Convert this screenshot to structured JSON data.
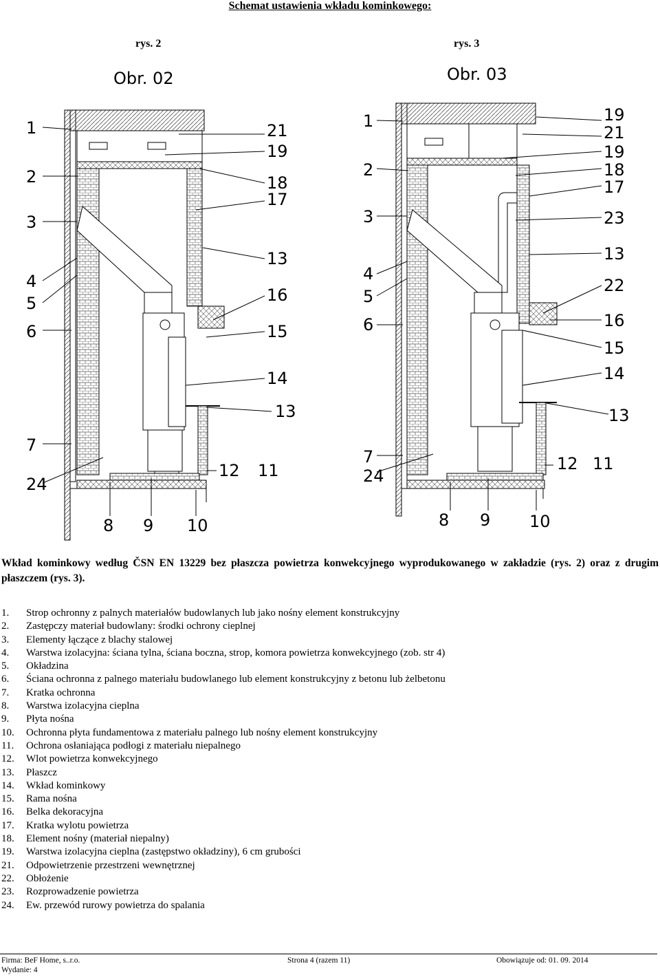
{
  "header": {
    "title": "Schemat ustawienia wkładu kominkowego:"
  },
  "figures": {
    "left": {
      "caption": "rys. 2",
      "label": "Obr. 02",
      "left_numbers": [
        "1",
        "2",
        "3",
        "4",
        "5",
        "6",
        "7",
        "24"
      ],
      "right_numbers": [
        "21",
        "19",
        "18",
        "17",
        "13",
        "16",
        "15",
        "14",
        "13"
      ],
      "bottom_numbers": [
        "12",
        "11",
        "8",
        "9",
        "10"
      ]
    },
    "right": {
      "caption": "rys. 3",
      "label": "Obr. 03",
      "left_numbers": [
        "1",
        "2",
        "3",
        "4",
        "5",
        "6",
        "7",
        "24"
      ],
      "right_numbers": [
        "19",
        "21",
        "19",
        "18",
        "17",
        "23",
        "13",
        "22",
        "16",
        "15",
        "14",
        "13"
      ],
      "bottom_numbers": [
        "12",
        "11",
        "8",
        "9",
        "10"
      ]
    }
  },
  "description": "Wkład kominkowy według ČSN EN 13229 bez płaszcza powietrza konwekcyjnego wyprodukowanego w zakładzie (rys. 2) oraz z drugim płaszczem (rys. 3).",
  "legend": [
    {
      "num": "1.",
      "text": "Strop ochronny z palnych materiałów budowlanych lub jako nośny element konstrukcyjny"
    },
    {
      "num": "2.",
      "text": "Zastępczy materiał budowlany: środki ochrony cieplnej"
    },
    {
      "num": "3.",
      "text": "Elementy łączące z blachy stalowej"
    },
    {
      "num": "4.",
      "text": "Warstwa izolacyjna: ściana tylna, ściana boczna, strop, komora powietrza konwekcyjnego (zob. str 4)"
    },
    {
      "num": "5.",
      "text": "Okładzina"
    },
    {
      "num": "6.",
      "text": "Ściana ochronna z palnego materiału budowlanego lub element konstrukcyjny z betonu lub żelbetonu"
    },
    {
      "num": "7.",
      "text": "Kratka ochronna"
    },
    {
      "num": "8.",
      "text": "Warstwa izolacyjna cieplna"
    },
    {
      "num": "9.",
      "text": "Płyta nośna"
    },
    {
      "num": "10.",
      "text": "Ochronna płyta fundamentowa z materiału palnego lub nośny element konstrukcyjny"
    },
    {
      "num": "11.",
      "text": "Ochrona osłaniająca podłogi z materiału niepalnego"
    },
    {
      "num": "12.",
      "text": "Wlot powietrza konwekcyjnego"
    },
    {
      "num": "13.",
      "text": "Płaszcz"
    },
    {
      "num": "14.",
      "text": "Wkład kominkowy"
    },
    {
      "num": "15.",
      "text": "Rama nośna"
    },
    {
      "num": "16.",
      "text": "Belka dekoracyjna"
    },
    {
      "num": "17.",
      "text": "Kratka wylotu powietrza"
    },
    {
      "num": "18.",
      "text": "Element nośny (materiał niepalny)"
    },
    {
      "num": "19.",
      "text": "Warstwa izolacyjna cieplna (zastępstwo okładziny), 6 cm grubości"
    },
    {
      "num": "21.",
      "text": "Odpowietrzenie przestrzeni wewnętrznej"
    },
    {
      "num": "22.",
      "text": "Obłożenie"
    },
    {
      "num": "23.",
      "text": "Rozprowadzenie powietrza"
    },
    {
      "num": "24.",
      "text": "Ew. przewód rurowy powietrza do spalania"
    }
  ],
  "footer": {
    "firma": "Firma:    BeF Home,  s..r.o.",
    "page": "Strona 4 (razem 11)",
    "valid": "Obowiązuje od:  01. 09. 2014",
    "edition": "Wydanie:  4"
  }
}
